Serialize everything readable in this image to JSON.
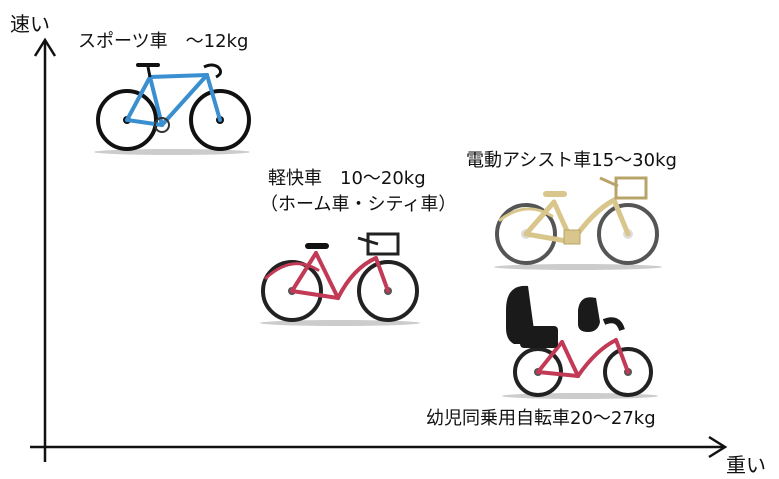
{
  "axes": {
    "y_label": "速い",
    "x_label": "重い"
  },
  "bikes": [
    {
      "label": "スポーツ車　〜12kg"
    },
    {
      "label": "軽快車　10〜20kg",
      "sublabel": "（ホーム車・シティ車）"
    },
    {
      "label": "電動アシスト車15〜30kg"
    },
    {
      "label": "幼児同乗用自転車20〜27kg"
    }
  ],
  "colors": {
    "axis": "#111111",
    "sports_frame": "#3a8fd0",
    "city_frame": "#c23a55",
    "assist_frame": "#d9c68c",
    "child_frame": "#c23a55",
    "child_seat": "#1a1a1a"
  }
}
